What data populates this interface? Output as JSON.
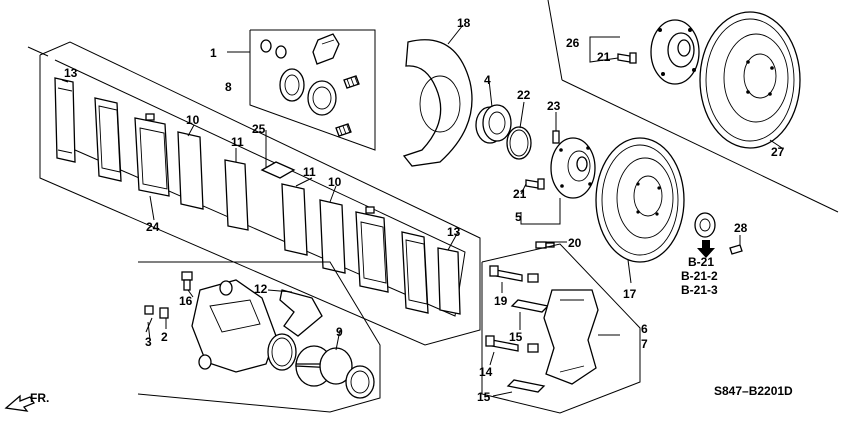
{
  "callouts": [
    {
      "id": "c1",
      "text": "1"
    },
    {
      "id": "c2",
      "text": "2"
    },
    {
      "id": "c3",
      "text": "3"
    },
    {
      "id": "c4",
      "text": "4"
    },
    {
      "id": "c5",
      "text": "5"
    },
    {
      "id": "c6",
      "text": "6"
    },
    {
      "id": "c7",
      "text": "7"
    },
    {
      "id": "c8",
      "text": "8"
    },
    {
      "id": "c9",
      "text": "9"
    },
    {
      "id": "c10a",
      "text": "10"
    },
    {
      "id": "c10b",
      "text": "10"
    },
    {
      "id": "c11a",
      "text": "11"
    },
    {
      "id": "c11b",
      "text": "11"
    },
    {
      "id": "c12",
      "text": "12"
    },
    {
      "id": "c13a",
      "text": "13"
    },
    {
      "id": "c13b",
      "text": "13"
    },
    {
      "id": "c14",
      "text": "14"
    },
    {
      "id": "c15a",
      "text": "15"
    },
    {
      "id": "c15b",
      "text": "15"
    },
    {
      "id": "c16",
      "text": "16"
    },
    {
      "id": "c17",
      "text": "17"
    },
    {
      "id": "c18",
      "text": "18"
    },
    {
      "id": "c19",
      "text": "19"
    },
    {
      "id": "c20",
      "text": "20"
    },
    {
      "id": "c21a",
      "text": "21"
    },
    {
      "id": "c21b",
      "text": "21"
    },
    {
      "id": "c22",
      "text": "22"
    },
    {
      "id": "c23",
      "text": "23"
    },
    {
      "id": "c24",
      "text": "24"
    },
    {
      "id": "c25",
      "text": "25"
    },
    {
      "id": "c26",
      "text": "26"
    },
    {
      "id": "c27",
      "text": "27"
    },
    {
      "id": "c28",
      "text": "28"
    }
  ],
  "references": [
    "B-21",
    "B-21-2",
    "B-21-3"
  ],
  "direction_label": "FR.",
  "diagram_code": "S847–B2201D"
}
